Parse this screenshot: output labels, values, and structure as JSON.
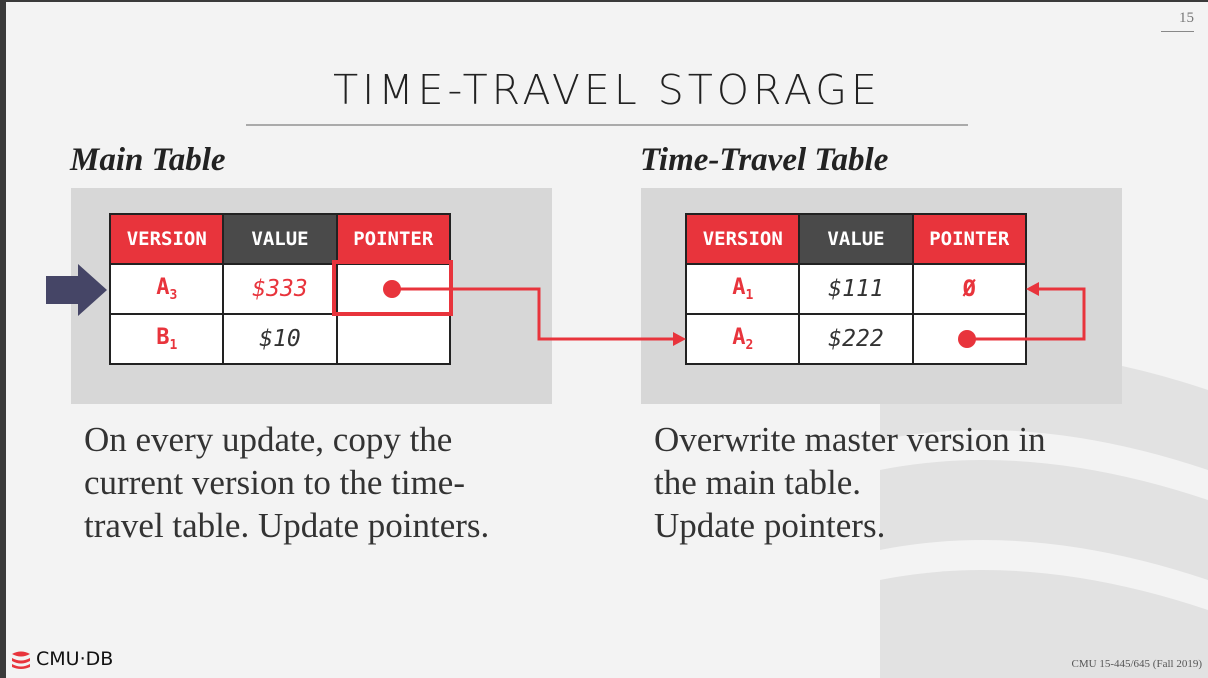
{
  "page_number": "15",
  "title": "TIME-TRAVEL STORAGE",
  "main_table": {
    "heading": "Main Table",
    "columns": [
      "VERSION",
      "VALUE",
      "POINTER"
    ],
    "rows": [
      {
        "version": "A",
        "version_sub": "3",
        "value": "$333",
        "pointer": ""
      },
      {
        "version": "B",
        "version_sub": "1",
        "value": "$10",
        "pointer": ""
      }
    ]
  },
  "time_travel_table": {
    "heading": "Time-Travel Table",
    "columns": [
      "VERSION",
      "VALUE",
      "POINTER"
    ],
    "rows": [
      {
        "version": "A",
        "version_sub": "1",
        "value": "$111",
        "pointer": "Ø"
      },
      {
        "version": "A",
        "version_sub": "2",
        "value": "$222",
        "pointer": ""
      }
    ]
  },
  "left_text": [
    "On every update, copy the",
    "current version to the time-",
    "travel table. Update pointers."
  ],
  "right_text": [
    "Overwrite master version in",
    "the main table.",
    "Update pointers."
  ],
  "footer": {
    "logo": "CMU·DB",
    "course": "CMU 15-445/645 (Fall 2019)"
  },
  "colors": {
    "accent_red": "#e8343c",
    "header_dark": "#4a4a4a",
    "panel_gray": "#d7d7d7",
    "arrow_navy": "#454566"
  }
}
